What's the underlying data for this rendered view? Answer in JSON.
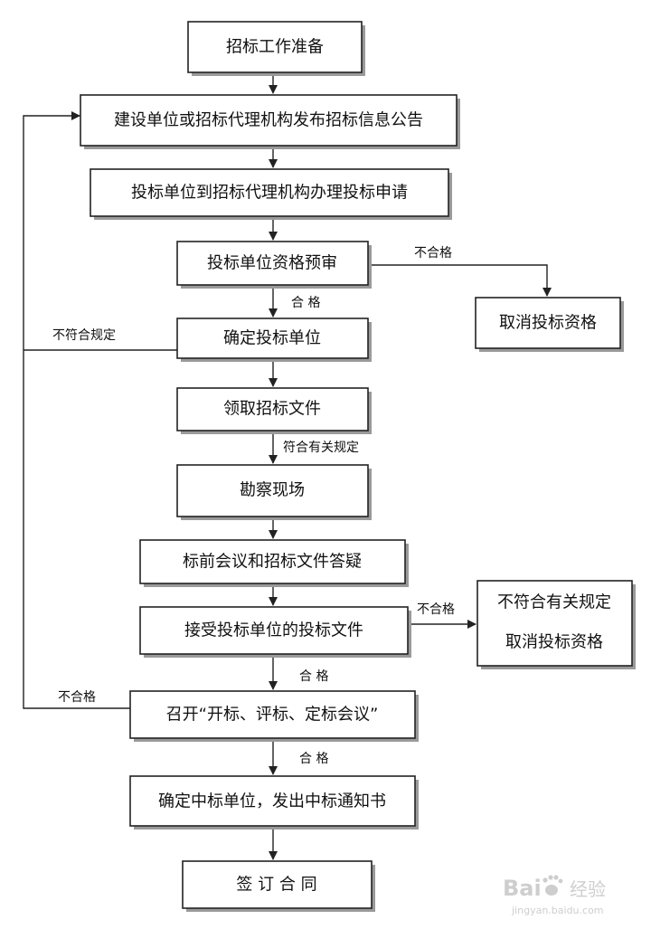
{
  "nodes": {
    "prepare": "招标工作准备",
    "announce": "建设单位或招标代理机构发布招标信息公告",
    "apply": "投标单位到招标代理机构办理投标申请",
    "prequal": "投标单位资格预审",
    "cancel_qual": "取消投标资格",
    "confirm_bidders": "确定投标单位",
    "get_docs": "领取招标文件",
    "site_visit": "勘察现场",
    "prebid_meeting": "标前会议和招标文件答疑",
    "receive_bids": "接受投标单位的投标文件",
    "nonconform_line1": "不符合有关规定",
    "nonconform_line2": "取消投标资格",
    "bid_meeting": "召开“开标、评标、定标会议”",
    "award": "确定中标单位，发出中标通知书",
    "contract": "签 订 合 同"
  },
  "edge_labels": {
    "prequal_fail": "不合格",
    "prequal_pass": "合 格",
    "confirm_fail": "不符合规定",
    "docs_conform": "符合有关规定",
    "receive_fail": "不合格",
    "receive_pass": "合 格",
    "meeting_fail": "不合格",
    "meeting_pass": "合 格"
  },
  "watermark": {
    "brand": "Bai",
    "brand_suffix": "经验",
    "url": "jingyan.baidu.com"
  }
}
